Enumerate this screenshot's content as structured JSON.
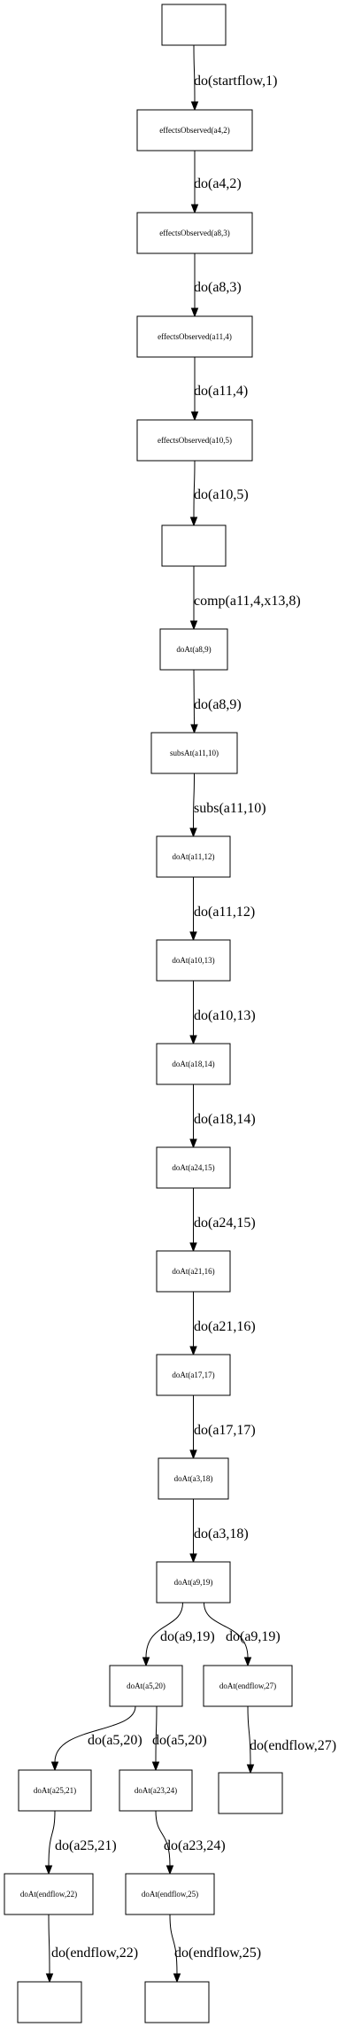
{
  "nodes": [
    {
      "id": "n0",
      "label": ""
    },
    {
      "id": "n1",
      "label": "effectsObserved(a4,2)"
    },
    {
      "id": "n2",
      "label": "effectsObserved(a8,3)"
    },
    {
      "id": "n3",
      "label": "effectsObserved(a11,4)"
    },
    {
      "id": "n4",
      "label": "effectsObserved(a10,5)"
    },
    {
      "id": "n5",
      "label": ""
    },
    {
      "id": "n6",
      "label": "doAt(a8,9)"
    },
    {
      "id": "n7",
      "label": "subsAt(a11,10)"
    },
    {
      "id": "n8",
      "label": "doAt(a11,12)"
    },
    {
      "id": "n9",
      "label": "doAt(a10,13)"
    },
    {
      "id": "n10",
      "label": "doAt(a18,14)"
    },
    {
      "id": "n11",
      "label": "doAt(a24,15)"
    },
    {
      "id": "n12",
      "label": "doAt(a21,16)"
    },
    {
      "id": "n13",
      "label": "doAt(a17,17)"
    },
    {
      "id": "n14",
      "label": "doAt(a3,18)"
    },
    {
      "id": "n15",
      "label": "doAt(a9,19)"
    },
    {
      "id": "n16",
      "label": "doAt(a5,20)"
    },
    {
      "id": "n17",
      "label": "doAt(endflow,27)"
    },
    {
      "id": "n18",
      "label": "doAt(a25,21)"
    },
    {
      "id": "n19",
      "label": "doAt(a23,24)"
    },
    {
      "id": "n20",
      "label": ""
    },
    {
      "id": "n21",
      "label": "doAt(endflow,22)"
    },
    {
      "id": "n22",
      "label": "doAt(endflow,25)"
    },
    {
      "id": "n23",
      "label": ""
    },
    {
      "id": "n24",
      "label": ""
    }
  ],
  "edges": [
    {
      "from": "n0",
      "to": "n1",
      "label": "do(startflow,1)"
    },
    {
      "from": "n1",
      "to": "n2",
      "label": "do(a4,2)"
    },
    {
      "from": "n2",
      "to": "n3",
      "label": "do(a8,3)"
    },
    {
      "from": "n3",
      "to": "n4",
      "label": "do(a11,4)"
    },
    {
      "from": "n4",
      "to": "n5",
      "label": "do(a10,5)"
    },
    {
      "from": "n5",
      "to": "n6",
      "label": "comp(a11,4,x13,8)"
    },
    {
      "from": "n6",
      "to": "n7",
      "label": "do(a8,9)"
    },
    {
      "from": "n7",
      "to": "n8",
      "label": "subs(a11,10)"
    },
    {
      "from": "n8",
      "to": "n9",
      "label": "do(a11,12)"
    },
    {
      "from": "n9",
      "to": "n10",
      "label": "do(a10,13)"
    },
    {
      "from": "n10",
      "to": "n11",
      "label": "do(a18,14)"
    },
    {
      "from": "n11",
      "to": "n12",
      "label": "do(a24,15)"
    },
    {
      "from": "n12",
      "to": "n13",
      "label": "do(a21,16)"
    },
    {
      "from": "n13",
      "to": "n14",
      "label": "do(a17,17)"
    },
    {
      "from": "n14",
      "to": "n15",
      "label": "do(a3,18)"
    },
    {
      "from": "n15",
      "to": "n16",
      "label": "do(a9,19)"
    },
    {
      "from": "n15",
      "to": "n17",
      "label": "do(a9,19)"
    },
    {
      "from": "n16",
      "to": "n18",
      "label": "do(a5,20)"
    },
    {
      "from": "n16",
      "to": "n19",
      "label": "do(a5,20)"
    },
    {
      "from": "n17",
      "to": "n20",
      "label": "do(endflow,27)"
    },
    {
      "from": "n18",
      "to": "n21",
      "label": "do(a25,21)"
    },
    {
      "from": "n19",
      "to": "n22",
      "label": "do(a23,24)"
    },
    {
      "from": "n21",
      "to": "n23",
      "label": "do(endflow,22)"
    },
    {
      "from": "n22",
      "to": "n24",
      "label": "do(endflow,25)"
    }
  ]
}
